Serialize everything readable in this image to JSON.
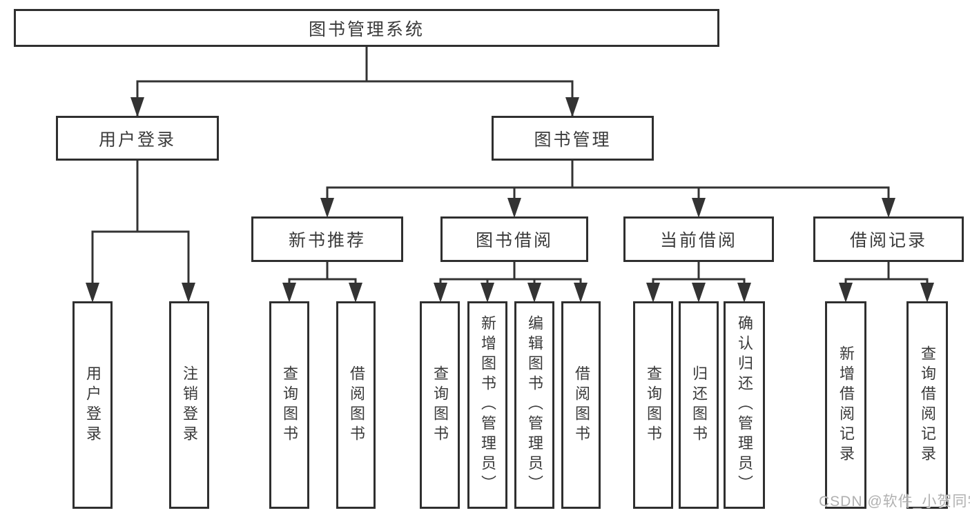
{
  "diagram": {
    "root": {
      "label": "图书管理系统"
    },
    "level2": [
      {
        "label": "用户登录"
      },
      {
        "label": "图书管理"
      }
    ],
    "level3": [
      {
        "label": "新书推荐"
      },
      {
        "label": "图书借阅"
      },
      {
        "label": "当前借阅"
      },
      {
        "label": "借阅记录"
      }
    ],
    "leaves": [
      {
        "label": "用户登录"
      },
      {
        "label": "注销登录"
      },
      {
        "label": "查询图书"
      },
      {
        "label": "借阅图书"
      },
      {
        "label": "查询图书"
      },
      {
        "label": "新增图书（管理员）"
      },
      {
        "label": "编辑图书（管理员）"
      },
      {
        "label": "借阅图书"
      },
      {
        "label": "查询图书"
      },
      {
        "label": "归还图书"
      },
      {
        "label": "确认归还（管理员）"
      },
      {
        "label": "新增借阅记录"
      },
      {
        "label": "查询借阅记录"
      }
    ],
    "hierarchy": {
      "图书管理系统": {
        "用户登录": [
          "用户登录",
          "注销登录"
        ],
        "图书管理": {
          "新书推荐": [
            "查询图书",
            "借阅图书"
          ],
          "图书借阅": [
            "查询图书",
            "新增图书（管理员）",
            "编辑图书（管理员）",
            "借阅图书"
          ],
          "当前借阅": [
            "查询图书",
            "归还图书",
            "确认归还（管理员）"
          ],
          "借阅记录": [
            "新增借阅记录",
            "查询借阅记录"
          ]
        }
      }
    },
    "watermark": "CSDN @软件_小贺同学",
    "colors": {
      "line": "#333333",
      "box_border": "#2f2f2f",
      "text": "#3a3a3a",
      "background": "#ffffff",
      "watermark": "#acacac"
    }
  }
}
